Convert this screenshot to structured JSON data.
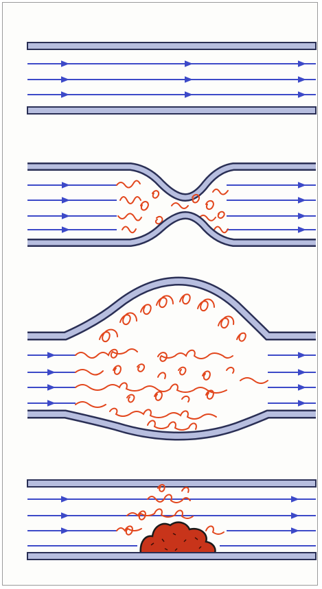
{
  "figure": {
    "panels": [
      {
        "id": "laminar",
        "vessel": "normal"
      },
      {
        "id": "stenosis",
        "vessel": "narrowed"
      },
      {
        "id": "aneurysm",
        "vessel": "dilated"
      },
      {
        "id": "plaque",
        "vessel": "obstructed"
      }
    ]
  },
  "colors": {
    "wall_fill": "#b7bedf",
    "wall_stroke": "#2a2f55",
    "flow_line": "#3c49c8",
    "turbulence": "#e2461c",
    "plaque": "#c8341a",
    "frame": "#9a9a9a"
  }
}
